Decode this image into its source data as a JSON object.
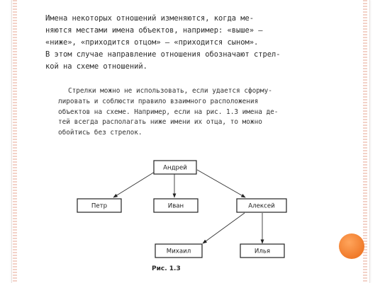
{
  "paragraph1": {
    "lines": [
      "Имена некоторых отношений изменяются, когда ме-",
      "няются местами имена объектов, например: «выше» —",
      "«ниже», «приходится отцом» — «приходится сыном».",
      "В этом случае направление отношения обозначают стрел-",
      "кой на схеме отношений."
    ]
  },
  "paragraph2": {
    "lines": [
      "Стрелки можно не использовать, если удается сформу-",
      "лировать и соблюсти правило взаимного расположения",
      "объектов на схеме. Например, если на рис. 1.3 имена де-",
      "тей всегда располагать ниже имени их отца, то можно",
      "обойтись без стрелок."
    ]
  },
  "diagram": {
    "nodes": {
      "andrey": "Андрей",
      "petr": "Петр",
      "ivan": "Иван",
      "alexey": "Алексей",
      "mikhail": "Михаил",
      "ilya": "Илья"
    },
    "caption": "Рис. 1.3"
  },
  "colors": {
    "accent_circle": "#f07a2a",
    "stripe": "#f3d2c8"
  }
}
